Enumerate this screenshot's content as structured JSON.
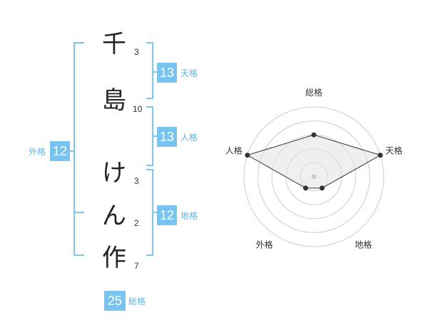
{
  "name": {
    "characters": [
      {
        "char": "千",
        "strokes": "3"
      },
      {
        "char": "島",
        "strokes": "10"
      },
      {
        "char": "け",
        "strokes": "3"
      },
      {
        "char": "ん",
        "strokes": "2"
      },
      {
        "char": "作",
        "strokes": "7"
      }
    ]
  },
  "kakusu": {
    "tenkaku": {
      "value": "13",
      "label": "天格"
    },
    "jinkaku": {
      "value": "13",
      "label": "人格"
    },
    "chikaku": {
      "value": "12",
      "label": "地格"
    },
    "gaikaku": {
      "value": "12",
      "label": "外格"
    },
    "soukaku": {
      "value": "25",
      "label": "総格"
    }
  },
  "colors": {
    "bracket": "#7cc7ee",
    "badge": "#79c4ef",
    "label": "#5fb6e4",
    "radar_fill": "#efefef",
    "radar_stroke": "#333333"
  },
  "chart_data": {
    "type": "radar",
    "axes": [
      "総格",
      "天格",
      "地格",
      "外格",
      "人格"
    ],
    "values": [
      3,
      5,
      1,
      1,
      5
    ],
    "max": 5,
    "rings": 5,
    "title": ""
  }
}
